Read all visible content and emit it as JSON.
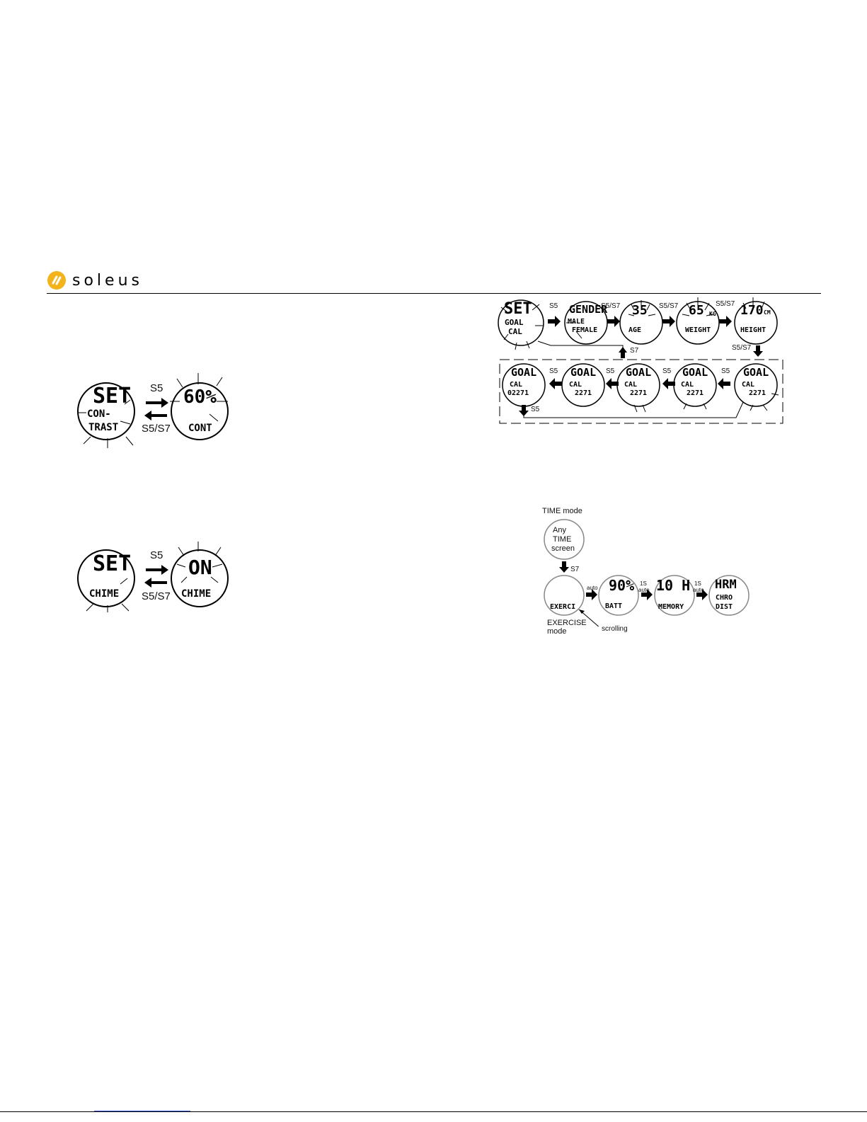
{
  "brand": {
    "name": "soleus"
  },
  "contrast_diagram": {
    "set_screen": {
      "top": "SET",
      "line1": "CON-",
      "line2": "TRAST"
    },
    "value_screen": {
      "value": "60%",
      "label": "CONT"
    },
    "forward_key": "S5",
    "back_key": "S5/S7"
  },
  "chime_diagram": {
    "set_screen": {
      "top": "SET",
      "label": "CHIME"
    },
    "value_screen": {
      "value": "ON",
      "label": "CHIME"
    },
    "forward_key": "S5",
    "back_key": "S5/S7"
  },
  "goal_diagram": {
    "set_screen": {
      "top": "SET",
      "line1": "GOAL",
      "line2": "CAL"
    },
    "gender_screen": {
      "top": "GENDER",
      "line1": "MALE",
      "line2": "FEMALE"
    },
    "age_screen": {
      "value": "35",
      "label": "AGE"
    },
    "weight_screen": {
      "value": "65",
      "unit": "KG",
      "label": "WEIGHT"
    },
    "height_screen": {
      "value": "170",
      "unit": "CM",
      "label": "HEIGHT"
    },
    "goal_screens": [
      {
        "top": "GOAL",
        "line1": "CAL",
        "value": "2271"
      },
      {
        "top": "GOAL",
        "line1": "CAL",
        "value": "2271"
      },
      {
        "top": "GOAL",
        "line1": "CAL",
        "value": "2271"
      },
      {
        "top": "GOAL",
        "line1": "CAL",
        "value": "2271"
      },
      {
        "top": "GOAL",
        "line1": "CAL",
        "value": "02271"
      }
    ],
    "keys": {
      "s5": "S5",
      "s5s7": "S5/S7",
      "s7": "S7"
    }
  },
  "exercise_diagram": {
    "time_mode_label": "TIME mode",
    "time_screen": {
      "line1": "Any",
      "line2": "TIME",
      "line3": "screen"
    },
    "key_s7": "S7",
    "exercise_screen": {
      "label": "EXERCI"
    },
    "exercise_mode_label": {
      "line1": "EXERCISE",
      "line2": "mode"
    },
    "scrolling_label": "scrolling",
    "batt_screen": {
      "value": "90%",
      "label": "BATT"
    },
    "memory_screen": {
      "value": "10 H",
      "label": "MEMORY"
    },
    "hrm_screen": {
      "top": "HRM",
      "line1": "CHRO",
      "line2": "DIST"
    },
    "auto_label": "auto",
    "one_s_label": "1S"
  }
}
